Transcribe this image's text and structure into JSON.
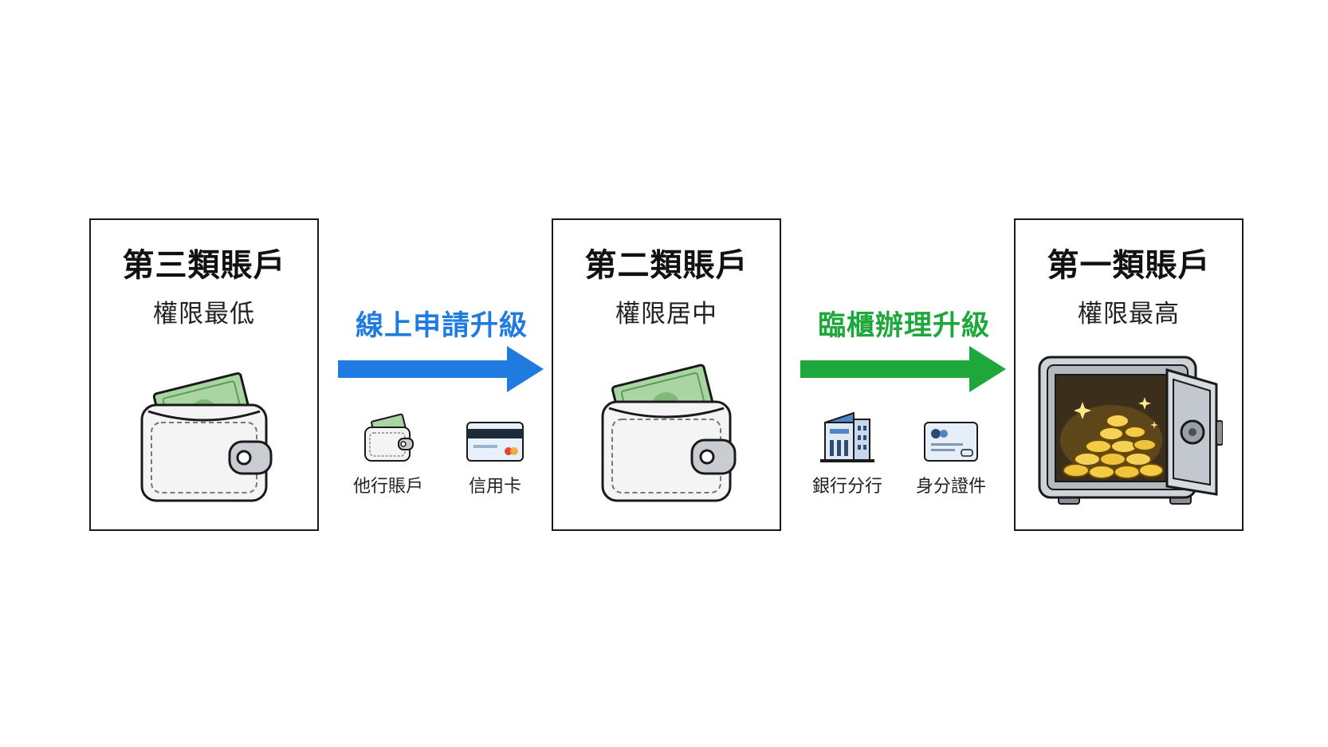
{
  "accounts": [
    {
      "title": "第三類賬戶",
      "subtitle": "權限最低",
      "icon": "wallet-icon"
    },
    {
      "title": "第二類賬戶",
      "subtitle": "權限居中",
      "icon": "wallet-icon"
    },
    {
      "title": "第一類賬戶",
      "subtitle": "權限最高",
      "icon": "safe-icon"
    }
  ],
  "steps": [
    {
      "label": "線上申請升級",
      "color": "#1f7be0",
      "requirements": [
        {
          "label": "他行賬戶",
          "icon": "wallet-icon"
        },
        {
          "label": "信用卡",
          "icon": "credit-card-icon"
        }
      ]
    },
    {
      "label": "臨櫃辦理升級",
      "color": "#1ea83c",
      "requirements": [
        {
          "label": "銀行分行",
          "icon": "bank-building-icon"
        },
        {
          "label": "身分證件",
          "icon": "id-card-icon"
        }
      ]
    }
  ]
}
